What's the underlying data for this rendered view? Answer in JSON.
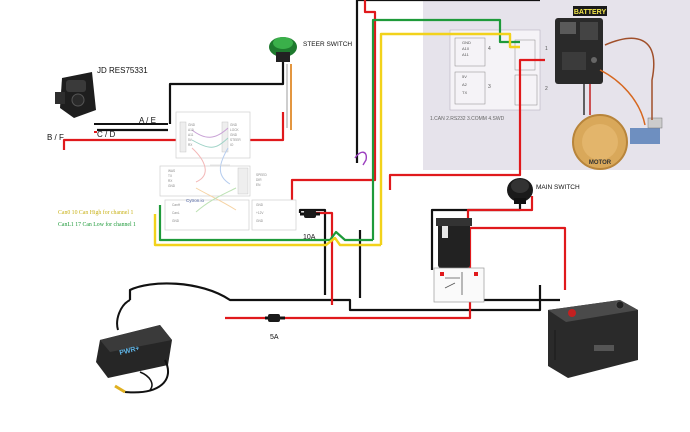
{
  "components": {
    "sensor": {
      "label": "JD RES75331",
      "pin_left": "B / F",
      "pin_ae": "A / E",
      "pin_cd": "C / D"
    },
    "steer_switch": {
      "label": "STEER SWITCH"
    },
    "main_switch": {
      "label": "MAIN SWITCH"
    },
    "fuse_10a": {
      "label": "10A"
    },
    "fuse_5a": {
      "label": "5A"
    },
    "battery_board": {
      "tag": "BATTERY",
      "motor": "MOTOR",
      "bottom_text": "1.CAN  2.RS232  3.COMM  4.SWD"
    },
    "adapter": {
      "brand": "PWR+"
    },
    "connector": {
      "label": "Cytron.io"
    }
  },
  "notes": {
    "can_high": "Can0       10 Can High for channel 1",
    "can_low": "CanL1    17 Can Low for channel 1"
  },
  "colors": {
    "black": "#111111",
    "red": "#e0191c",
    "green": "#1e9a3a",
    "yellow": "#f2d21b",
    "orange": "#e08a2a",
    "purple": "#9b3fbf"
  }
}
